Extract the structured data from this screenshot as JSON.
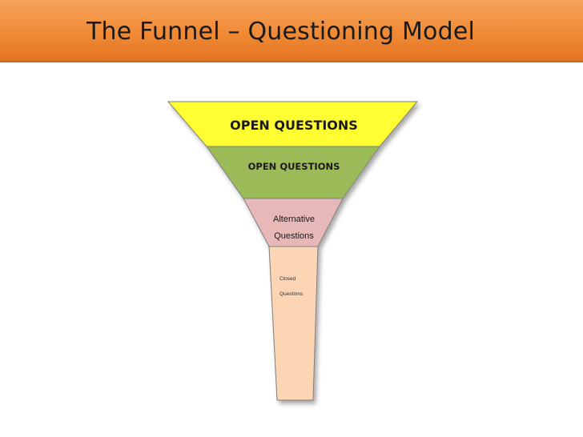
{
  "slide": {
    "title": "The Funnel – Questioning Model"
  },
  "funnel": {
    "level_1": "OPEN QUESTIONS",
    "level_2": "OPEN QUESTIONS",
    "level_3_line_1": "Alternative",
    "level_3_line_2": "Questions",
    "level_4_line_1": "Closed",
    "level_4_line_2": "Questions"
  },
  "colors": {
    "header": "#f08a35",
    "level_1": "#ffff33",
    "level_2": "#9bbb59",
    "level_3": "#e6b9b8",
    "level_4": "#fcd5b5",
    "outline": "#7f7f7f"
  }
}
